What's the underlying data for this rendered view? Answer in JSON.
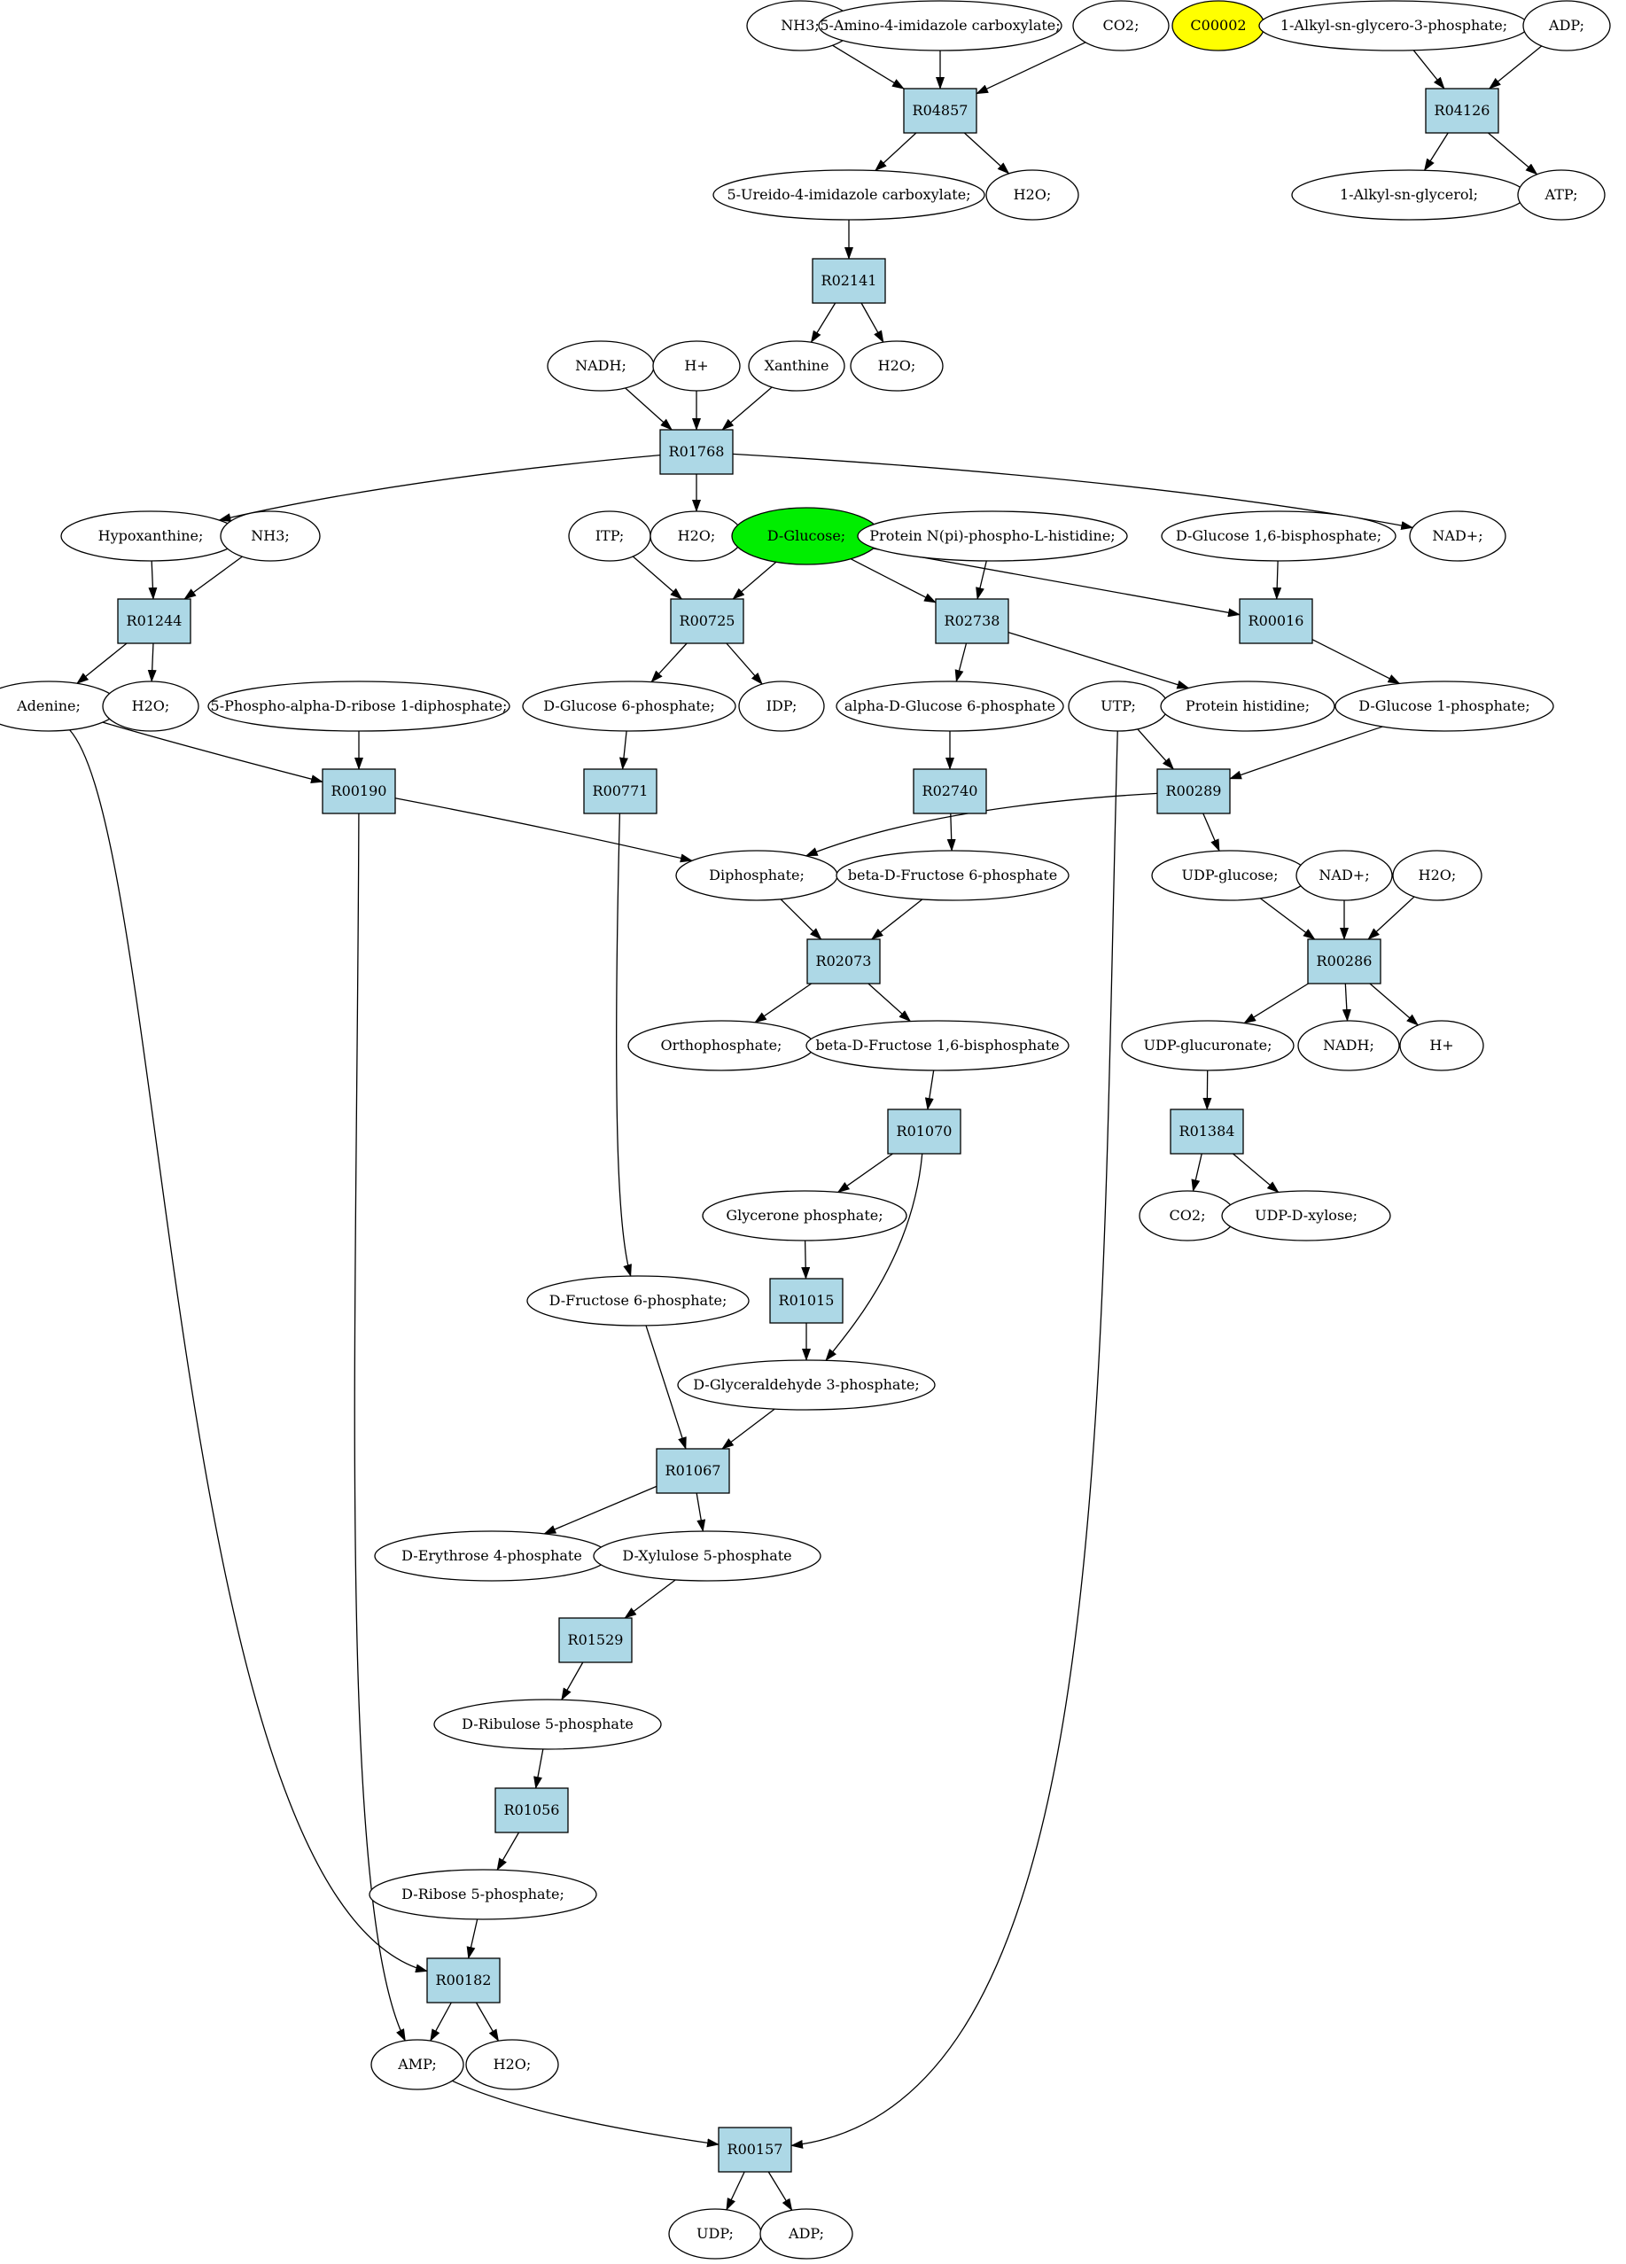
{
  "colors": {
    "reaction": "#add8e6",
    "highlight": "#ffff00",
    "source": "#00ee00",
    "compound": "#ffffff"
  },
  "nodes": {
    "c_nh3_a": {
      "label": "NH3;",
      "type": "compound"
    },
    "c_amino": {
      "label": "5-Amino-4-imidazole carboxylate;",
      "type": "compound"
    },
    "c_co2_a": {
      "label": "CO2;",
      "type": "compound"
    },
    "c_c00002": {
      "label": "C00002",
      "type": "compound",
      "color": "yellow"
    },
    "c_alkylg3p": {
      "label": "1-Alkyl-sn-glycero-3-phosphate;",
      "type": "compound"
    },
    "c_adp_a": {
      "label": "ADP;",
      "type": "compound"
    },
    "r_R04857": {
      "label": "R04857",
      "type": "reaction"
    },
    "r_R04126": {
      "label": "R04126",
      "type": "reaction"
    },
    "c_ureido": {
      "label": "5-Ureido-4-imidazole carboxylate;",
      "type": "compound"
    },
    "c_h2o_a": {
      "label": "H2O;",
      "type": "compound"
    },
    "c_alkylg": {
      "label": "1-Alkyl-sn-glycerol;",
      "type": "compound"
    },
    "c_atp": {
      "label": "ATP;",
      "type": "compound"
    },
    "r_R02141": {
      "label": "R02141",
      "type": "reaction"
    },
    "c_nadh_a": {
      "label": "NADH;",
      "type": "compound"
    },
    "c_h_a": {
      "label": "H+",
      "type": "compound"
    },
    "c_xanthine": {
      "label": "Xanthine",
      "type": "compound"
    },
    "c_h2o_b": {
      "label": "H2O;",
      "type": "compound"
    },
    "r_R01768": {
      "label": "R01768",
      "type": "reaction"
    },
    "c_hypox": {
      "label": "Hypoxanthine;",
      "type": "compound"
    },
    "c_nh3_b": {
      "label": "NH3;",
      "type": "compound"
    },
    "c_itp": {
      "label": "ITP;",
      "type": "compound"
    },
    "c_h2o_c": {
      "label": "H2O;",
      "type": "compound"
    },
    "c_dglucose": {
      "label": "D-Glucose;",
      "type": "compound",
      "color": "green"
    },
    "c_protnpi": {
      "label": "Protein N(pi)-phospho-L-histidine;",
      "type": "compound"
    },
    "c_dg16bp": {
      "label": "D-Glucose 1,6-bisphosphate;",
      "type": "compound"
    },
    "c_nadp_a": {
      "label": "NAD+;",
      "type": "compound"
    },
    "r_R01244": {
      "label": "R01244",
      "type": "reaction"
    },
    "r_R00725": {
      "label": "R00725",
      "type": "reaction"
    },
    "r_R02738": {
      "label": "R02738",
      "type": "reaction"
    },
    "r_R00016": {
      "label": "R00016",
      "type": "reaction"
    },
    "c_adenine": {
      "label": "Adenine;",
      "type": "compound"
    },
    "c_h2o_d": {
      "label": "H2O;",
      "type": "compound"
    },
    "c_prpp": {
      "label": "5-Phospho-alpha-D-ribose 1-diphosphate;",
      "type": "compound"
    },
    "c_dg6p": {
      "label": "D-Glucose 6-phosphate;",
      "type": "compound"
    },
    "c_idp": {
      "label": "IDP;",
      "type": "compound"
    },
    "c_adg6p": {
      "label": "alpha-D-Glucose 6-phosphate",
      "type": "compound"
    },
    "c_utp": {
      "label": "UTP;",
      "type": "compound"
    },
    "c_prothis": {
      "label": "Protein histidine;",
      "type": "compound"
    },
    "c_dg1p": {
      "label": "D-Glucose 1-phosphate;",
      "type": "compound"
    },
    "r_R00190": {
      "label": "R00190",
      "type": "reaction"
    },
    "r_R00771": {
      "label": "R00771",
      "type": "reaction"
    },
    "r_R02740": {
      "label": "R02740",
      "type": "reaction"
    },
    "r_R00289": {
      "label": "R00289",
      "type": "reaction"
    },
    "c_diphos": {
      "label": "Diphosphate;",
      "type": "compound"
    },
    "c_bdf6p": {
      "label": "beta-D-Fructose 6-phosphate",
      "type": "compound"
    },
    "c_udpglc": {
      "label": "UDP-glucose;",
      "type": "compound"
    },
    "c_nadp_b": {
      "label": "NAD+;",
      "type": "compound"
    },
    "c_h2o_e": {
      "label": "H2O;",
      "type": "compound"
    },
    "r_R02073": {
      "label": "R02073",
      "type": "reaction"
    },
    "r_R00286": {
      "label": "R00286",
      "type": "reaction"
    },
    "c_orthop": {
      "label": "Orthophosphate;",
      "type": "compound"
    },
    "c_bdf16bp": {
      "label": "beta-D-Fructose 1,6-bisphosphate",
      "type": "compound"
    },
    "c_udpgluc": {
      "label": "UDP-glucuronate;",
      "type": "compound"
    },
    "c_nadh_b": {
      "label": "NADH;",
      "type": "compound"
    },
    "c_h_b": {
      "label": "H+",
      "type": "compound"
    },
    "r_R01070": {
      "label": "R01070",
      "type": "reaction"
    },
    "r_R01384": {
      "label": "R01384",
      "type": "reaction"
    },
    "c_glycp": {
      "label": "Glycerone phosphate;",
      "type": "compound"
    },
    "c_co2_b": {
      "label": "CO2;",
      "type": "compound"
    },
    "c_udpxyl": {
      "label": "UDP-D-xylose;",
      "type": "compound"
    },
    "c_df6p": {
      "label": "D-Fructose 6-phosphate;",
      "type": "compound"
    },
    "r_R01015": {
      "label": "R01015",
      "type": "reaction"
    },
    "c_dga3p": {
      "label": "D-Glyceraldehyde 3-phosphate;",
      "type": "compound"
    },
    "r_R01067": {
      "label": "R01067",
      "type": "reaction"
    },
    "c_de4p": {
      "label": "D-Erythrose 4-phosphate",
      "type": "compound"
    },
    "c_dx5p": {
      "label": "D-Xylulose 5-phosphate",
      "type": "compound"
    },
    "r_R01529": {
      "label": "R01529",
      "type": "reaction"
    },
    "c_dru5p": {
      "label": "D-Ribulose 5-phosphate",
      "type": "compound"
    },
    "r_R01056": {
      "label": "R01056",
      "type": "reaction"
    },
    "c_dr5p": {
      "label": "D-Ribose 5-phosphate;",
      "type": "compound"
    },
    "r_R00182": {
      "label": "R00182",
      "type": "reaction"
    },
    "c_amp": {
      "label": "AMP;",
      "type": "compound"
    },
    "c_h2o_f": {
      "label": "H2O;",
      "type": "compound"
    },
    "r_R00157": {
      "label": "R00157",
      "type": "reaction"
    },
    "c_udp": {
      "label": "UDP;",
      "type": "compound"
    },
    "c_adp_b": {
      "label": "ADP;",
      "type": "compound"
    }
  },
  "edges": [
    [
      "c_nh3_a",
      "r_R04857"
    ],
    [
      "c_amino",
      "r_R04857"
    ],
    [
      "c_co2_a",
      "r_R04857"
    ],
    [
      "r_R04857",
      "c_ureido"
    ],
    [
      "r_R04857",
      "c_h2o_a"
    ],
    [
      "c_alkylg3p",
      "r_R04126"
    ],
    [
      "c_adp_a",
      "r_R04126"
    ],
    [
      "r_R04126",
      "c_alkylg"
    ],
    [
      "r_R04126",
      "c_atp"
    ],
    [
      "c_ureido",
      "r_R02141"
    ],
    [
      "r_R02141",
      "c_xanthine"
    ],
    [
      "r_R02141",
      "c_h2o_b"
    ],
    [
      "c_nadh_a",
      "r_R01768"
    ],
    [
      "c_h_a",
      "r_R01768"
    ],
    [
      "c_xanthine",
      "r_R01768"
    ],
    [
      "r_R01768",
      "c_hypox"
    ],
    [
      "r_R01768",
      "c_h2o_c"
    ],
    [
      "r_R01768",
      "c_nadp_a"
    ],
    [
      "c_hypox",
      "r_R01244"
    ],
    [
      "c_nh3_b",
      "r_R01244"
    ],
    [
      "r_R01244",
      "c_adenine"
    ],
    [
      "r_R01244",
      "c_h2o_d"
    ],
    [
      "c_itp",
      "r_R00725"
    ],
    [
      "c_dglucose",
      "r_R00725"
    ],
    [
      "r_R00725",
      "c_dg6p"
    ],
    [
      "r_R00725",
      "c_idp"
    ],
    [
      "c_dglucose",
      "r_R02738"
    ],
    [
      "c_protnpi",
      "r_R02738"
    ],
    [
      "r_R02738",
      "c_adg6p"
    ],
    [
      "r_R02738",
      "c_prothis"
    ],
    [
      "c_dglucose",
      "r_R00016"
    ],
    [
      "c_dg16bp",
      "r_R00016"
    ],
    [
      "r_R00016",
      "c_dg1p"
    ],
    [
      "c_adenine",
      "r_R00190"
    ],
    [
      "c_prpp",
      "r_R00190"
    ],
    [
      "r_R00190",
      "c_diphos"
    ],
    [
      "r_R00190",
      "c_amp"
    ],
    [
      "c_dg6p",
      "r_R00771"
    ],
    [
      "r_R00771",
      "c_df6p"
    ],
    [
      "c_adg6p",
      "r_R02740"
    ],
    [
      "r_R02740",
      "c_bdf6p"
    ],
    [
      "c_utp",
      "r_R00289"
    ],
    [
      "c_dg1p",
      "r_R00289"
    ],
    [
      "r_R00289",
      "c_diphos"
    ],
    [
      "r_R00289",
      "c_udpglc"
    ],
    [
      "c_diphos",
      "r_R02073"
    ],
    [
      "c_bdf6p",
      "r_R02073"
    ],
    [
      "r_R02073",
      "c_orthop"
    ],
    [
      "r_R02073",
      "c_bdf16bp"
    ],
    [
      "c_udpglc",
      "r_R00286"
    ],
    [
      "c_nadp_b",
      "r_R00286"
    ],
    [
      "c_h2o_e",
      "r_R00286"
    ],
    [
      "r_R00286",
      "c_udpgluc"
    ],
    [
      "r_R00286",
      "c_nadh_b"
    ],
    [
      "r_R00286",
      "c_h_b"
    ],
    [
      "c_bdf16bp",
      "r_R01070"
    ],
    [
      "r_R01070",
      "c_glycp"
    ],
    [
      "r_R01070",
      "c_dga3p"
    ],
    [
      "c_udpgluc",
      "r_R01384"
    ],
    [
      "r_R01384",
      "c_co2_b"
    ],
    [
      "r_R01384",
      "c_udpxyl"
    ],
    [
      "c_glycp",
      "r_R01015"
    ],
    [
      "r_R01015",
      "c_dga3p"
    ],
    [
      "c_df6p",
      "r_R01067"
    ],
    [
      "c_dga3p",
      "r_R01067"
    ],
    [
      "r_R01067",
      "c_de4p"
    ],
    [
      "r_R01067",
      "c_dx5p"
    ],
    [
      "c_dx5p",
      "r_R01529"
    ],
    [
      "r_R01529",
      "c_dru5p"
    ],
    [
      "c_dru5p",
      "r_R01056"
    ],
    [
      "r_R01056",
      "c_dr5p"
    ],
    [
      "c_adenine",
      "r_R00182"
    ],
    [
      "c_dr5p",
      "r_R00182"
    ],
    [
      "r_R00182",
      "c_amp"
    ],
    [
      "r_R00182",
      "c_h2o_f"
    ],
    [
      "c_amp",
      "r_R00157"
    ],
    [
      "c_utp",
      "r_R00157"
    ],
    [
      "r_R00157",
      "c_udp"
    ],
    [
      "r_R00157",
      "c_adp_b"
    ]
  ]
}
